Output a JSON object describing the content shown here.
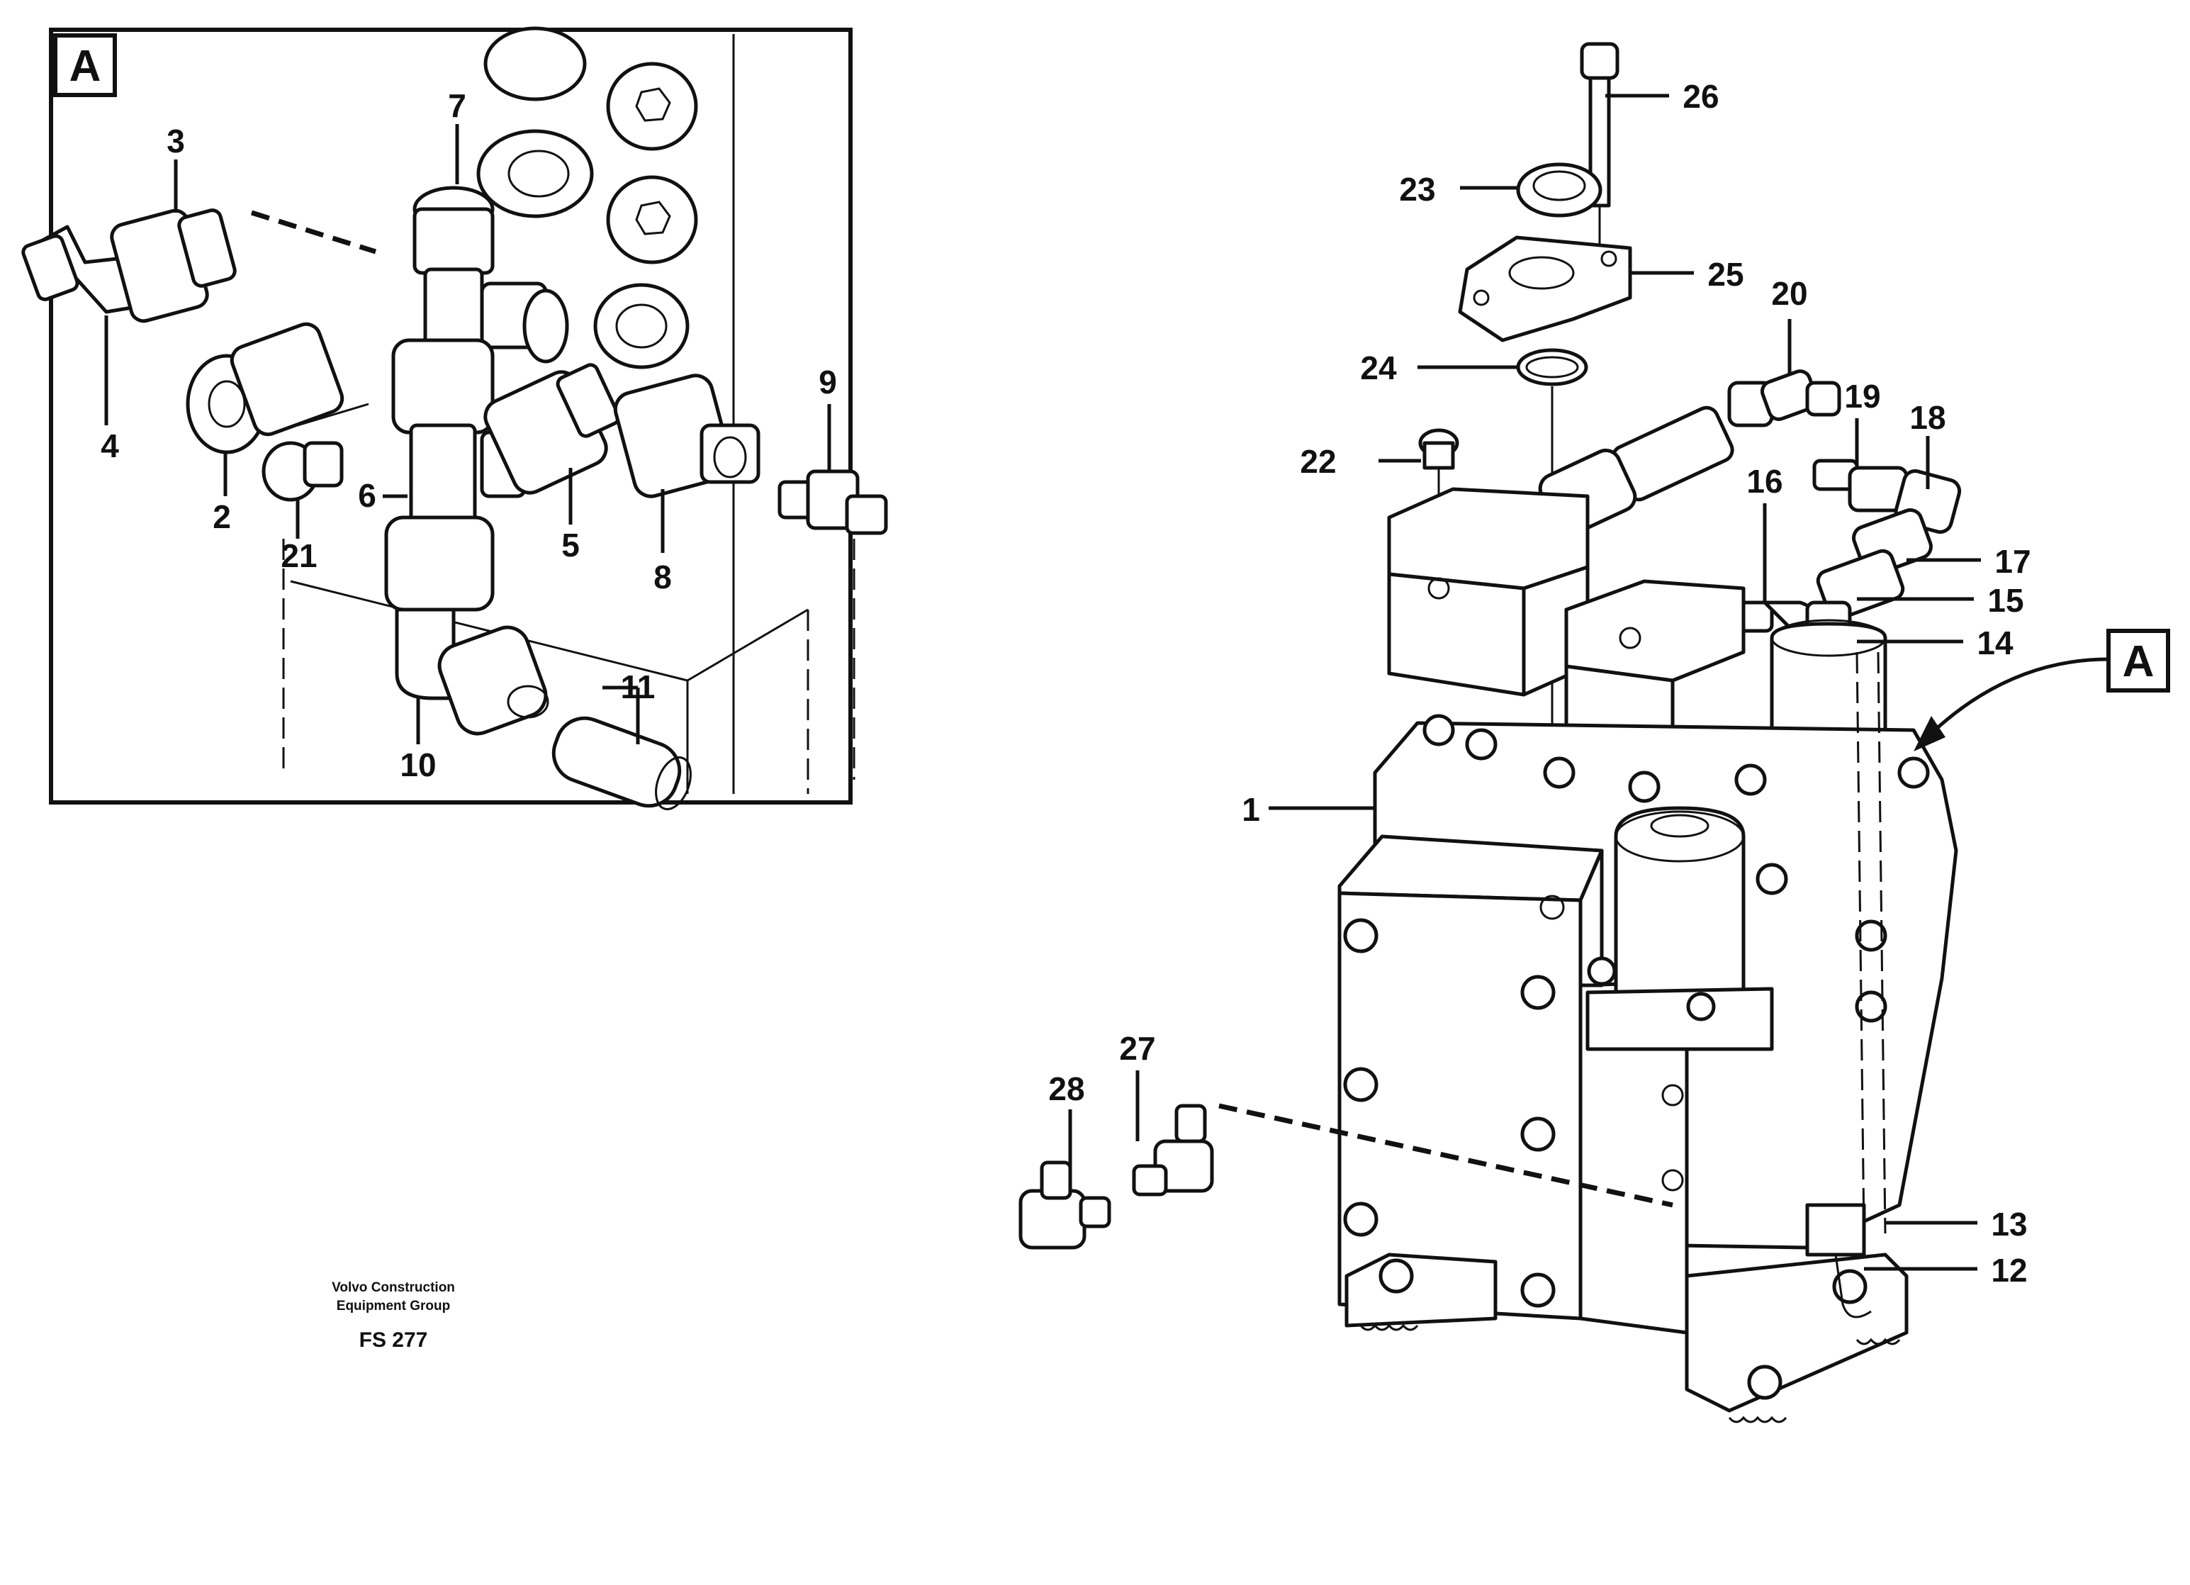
{
  "detail_view": {
    "marker": "A",
    "callouts": [
      {
        "id": "c3",
        "label": "3"
      },
      {
        "id": "c4",
        "label": "4"
      },
      {
        "id": "c2",
        "label": "2"
      },
      {
        "id": "c7",
        "label": "7"
      },
      {
        "id": "c6",
        "label": "6"
      },
      {
        "id": "c21",
        "label": "21"
      },
      {
        "id": "c5",
        "label": "5"
      },
      {
        "id": "c8",
        "label": "8"
      },
      {
        "id": "c9",
        "label": "9"
      },
      {
        "id": "c10",
        "label": "10"
      },
      {
        "id": "c11",
        "label": "11"
      }
    ]
  },
  "main_view": {
    "marker": "A",
    "callouts": [
      {
        "id": "c26",
        "label": "26"
      },
      {
        "id": "c23",
        "label": "23"
      },
      {
        "id": "c25",
        "label": "25"
      },
      {
        "id": "c20",
        "label": "20"
      },
      {
        "id": "c24",
        "label": "24"
      },
      {
        "id": "c22",
        "label": "22"
      },
      {
        "id": "c19",
        "label": "19"
      },
      {
        "id": "c18",
        "label": "18"
      },
      {
        "id": "c16",
        "label": "16"
      },
      {
        "id": "c17",
        "label": "17"
      },
      {
        "id": "c15",
        "label": "15"
      },
      {
        "id": "c14",
        "label": "14"
      },
      {
        "id": "c1",
        "label": "1"
      },
      {
        "id": "c27",
        "label": "27"
      },
      {
        "id": "c28",
        "label": "28"
      },
      {
        "id": "c13",
        "label": "13"
      },
      {
        "id": "c12",
        "label": "12"
      }
    ]
  },
  "footer": {
    "company_line1": "Volvo Construction",
    "company_line2": "Equipment Group",
    "figure_code": "FS 277"
  }
}
